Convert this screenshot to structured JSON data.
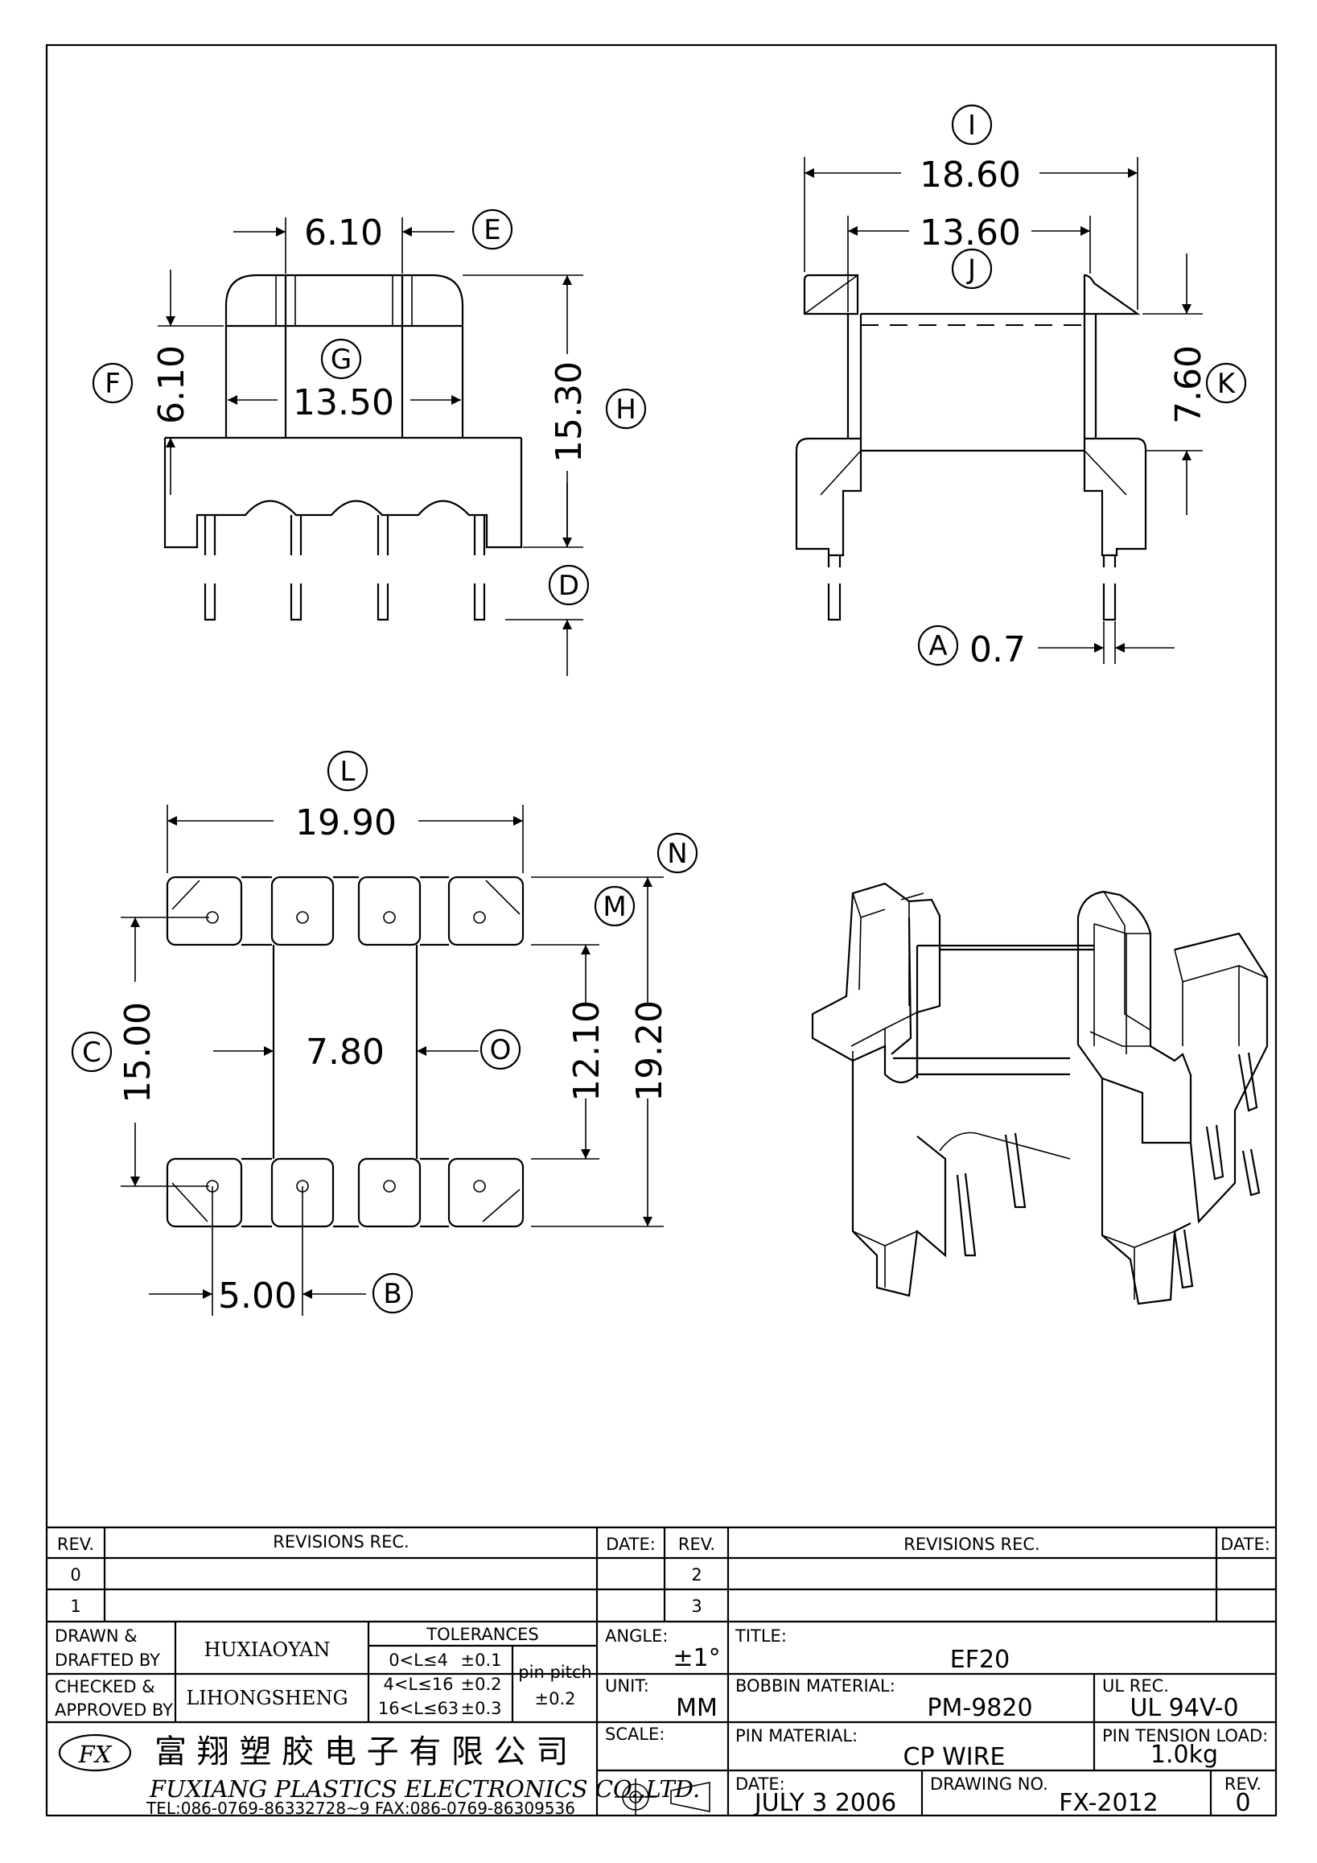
{
  "dims": {
    "d610": "6.10",
    "d1350": "13.50",
    "d1530": "15.30",
    "d610v": "6.10",
    "d1860": "18.60",
    "d1360": "13.60",
    "d760": "7.60",
    "d07": "0.7",
    "d1990": "19.90",
    "d1500": "15.00",
    "d780": "7.80",
    "d1210": "12.10",
    "d1920": "19.20",
    "d500": "5.00"
  },
  "labels": {
    "A": "A",
    "B": "B",
    "C": "C",
    "D": "D",
    "E": "E",
    "F": "F",
    "G": "G",
    "H": "H",
    "I": "I",
    "J": "J",
    "K": "K",
    "L": "L",
    "M": "M",
    "N": "N",
    "O": "O"
  },
  "title_block": {
    "rev_header": "REV.",
    "revisions_rec": "REVISIONS   REC.",
    "date_header": "DATE:",
    "rev_rows_left": [
      "0",
      "1"
    ],
    "rev_rows_right": [
      "2",
      "3"
    ],
    "drawn_label_1": "DRAWN &",
    "drawn_label_2": "DRAFTED BY",
    "drawn_by": "HUXIAOYAN",
    "checked_label_1": "CHECKED &",
    "checked_label_2": "APPROVED BY",
    "checked_by": "LIHONGSHENG",
    "tolerances": "TOLERANCES",
    "tol_rows": [
      {
        "range": "0<L≤4",
        "tol": "±0.1"
      },
      {
        "range": "4<L≤16",
        "tol": "±0.2"
      },
      {
        "range": "16<L≤63",
        "tol": "±0.3"
      }
    ],
    "pin_pitch_label": "pin pitch",
    "pin_pitch_tol": "±0.2",
    "angle_label": "ANGLE:",
    "angle_value": "±1°",
    "unit_label": "UNIT:",
    "unit_value": "MM",
    "scale_label": "SCALE:",
    "title_label": "TITLE:",
    "title_value": "EF20",
    "bobbin_label": "BOBBIN MATERIAL:",
    "bobbin_value": "PM-9820",
    "ul_label": "UL REC.",
    "ul_value": "UL 94V-0",
    "pin_material_label": "PIN MATERIAL:",
    "pin_material_value": "CP WIRE",
    "tension_label": "PIN TENSION LOAD:",
    "tension_value": "1.0kg",
    "date_label": "DATE:",
    "date_value": "JULY 3 2006",
    "drawing_no_label": "DRAWING NO.",
    "drawing_no_value": "FX-2012",
    "rev_label": "REV.",
    "rev_value": "0",
    "company_cn": "富 翔 塑 胶 电 子 有 限 公 司",
    "company_en": "FUXIANG PLASTICS ELECTRONICS CO.,LTD.",
    "company_tel": "TEL:086-0769-86332728~9  FAX:086-0769-86309536",
    "logo_text": "FX"
  }
}
